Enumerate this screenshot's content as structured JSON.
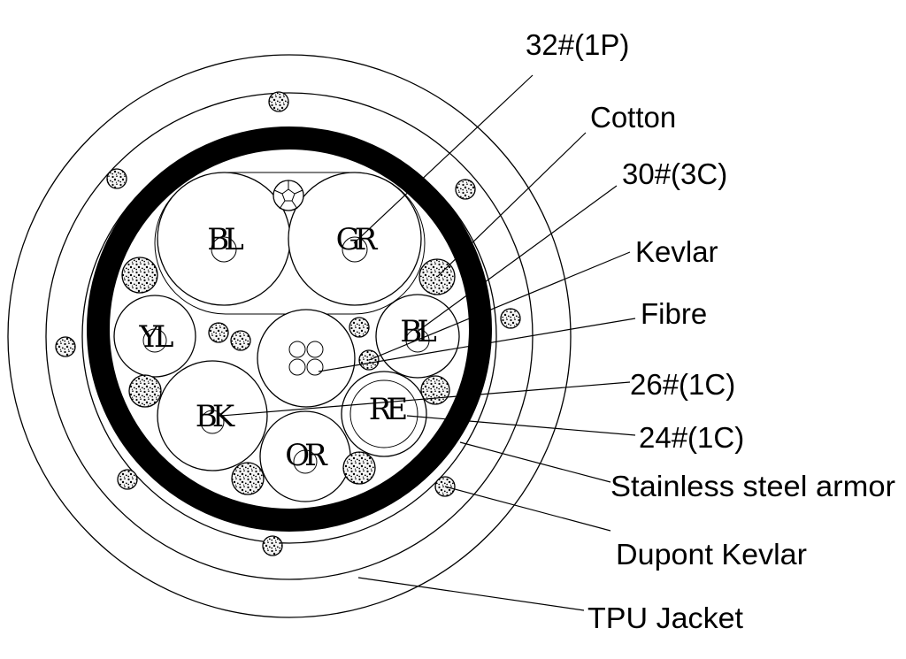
{
  "diagram": {
    "conductors": [
      {
        "id": "bl-top",
        "label": "BL"
      },
      {
        "id": "gr",
        "label": "GR"
      },
      {
        "id": "yl",
        "label": "YL"
      },
      {
        "id": "bl-right",
        "label": "BL"
      },
      {
        "id": "bk",
        "label": "BK"
      },
      {
        "id": "re",
        "label": "RE"
      },
      {
        "id": "or",
        "label": "OR"
      }
    ],
    "callouts": [
      {
        "id": "32-1p",
        "text": "32#(1P)"
      },
      {
        "id": "cotton",
        "text": "Cotton"
      },
      {
        "id": "30-3c",
        "text": "30#(3C)"
      },
      {
        "id": "kevlar",
        "text": "Kevlar"
      },
      {
        "id": "fibre",
        "text": "Fibre"
      },
      {
        "id": "26-1c",
        "text": "26#(1C)"
      },
      {
        "id": "24-1c",
        "text": "24#(1C)"
      },
      {
        "id": "armor",
        "text": "Stainless steel armor"
      },
      {
        "id": "dupont",
        "text": "Dupont Kevlar"
      },
      {
        "id": "tpu",
        "text": "TPU Jacket"
      }
    ]
  }
}
